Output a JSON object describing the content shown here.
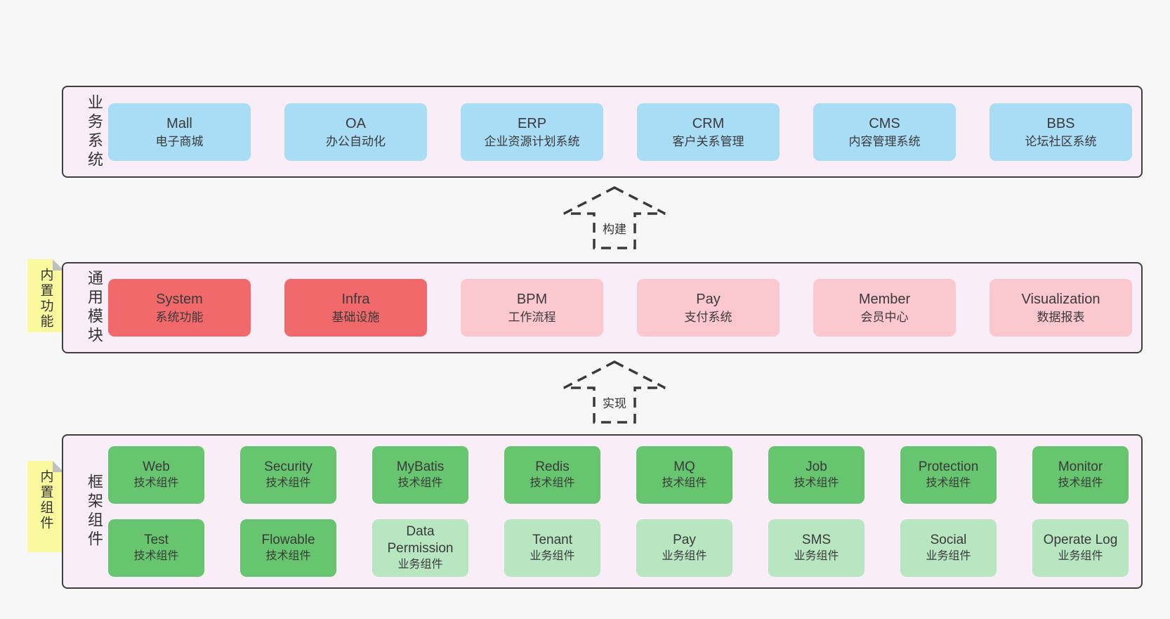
{
  "page": {
    "background": "#f7f7f7"
  },
  "colors": {
    "panel_bg": "#f9eef7",
    "panel_border": "#3f3f3f",
    "box_blue": "#a9dcf5",
    "box_red": "#f1696a",
    "box_pink": "#fcc8d0",
    "box_green": "#66c56e",
    "box_green_light": "#b8e6c1",
    "note_yellow": "#fbf99e",
    "note_fold_gray": "#c0c0c0",
    "text": "#3a3a3a"
  },
  "arrows": {
    "build": "构建",
    "implement": "实现"
  },
  "notes": {
    "builtin_features": "内置功能",
    "builtin_components": "内置组件"
  },
  "panels": {
    "business": {
      "label": "业务系统",
      "items": [
        {
          "en": "Mall",
          "zh": "电子商城",
          "variant": "blue"
        },
        {
          "en": "OA",
          "zh": "办公自动化",
          "variant": "blue"
        },
        {
          "en": "ERP",
          "zh": "企业资源计划系统",
          "variant": "blue"
        },
        {
          "en": "CRM",
          "zh": "客户关系管理",
          "variant": "blue"
        },
        {
          "en": "CMS",
          "zh": "内容管理系统",
          "variant": "blue"
        },
        {
          "en": "BBS",
          "zh": "论坛社区系统",
          "variant": "blue"
        }
      ]
    },
    "modules": {
      "label": "通用模块",
      "items": [
        {
          "en": "System",
          "zh": "系统功能",
          "variant": "red"
        },
        {
          "en": "Infra",
          "zh": "基础设施",
          "variant": "red"
        },
        {
          "en": "BPM",
          "zh": "工作流程",
          "variant": "pink"
        },
        {
          "en": "Pay",
          "zh": "支付系统",
          "variant": "pink"
        },
        {
          "en": "Member",
          "zh": "会员中心",
          "variant": "pink"
        },
        {
          "en": "Visualization",
          "zh": "数据报表",
          "variant": "pink"
        }
      ]
    },
    "components": {
      "label": "框架组件",
      "rows": [
        [
          {
            "en": "Web",
            "zh": "技术组件",
            "variant": "green"
          },
          {
            "en": "Security",
            "zh": "技术组件",
            "variant": "green"
          },
          {
            "en": "MyBatis",
            "zh": "技术组件",
            "variant": "green"
          },
          {
            "en": "Redis",
            "zh": "技术组件",
            "variant": "green"
          },
          {
            "en": "MQ",
            "zh": "技术组件",
            "variant": "green"
          },
          {
            "en": "Job",
            "zh": "技术组件",
            "variant": "green"
          },
          {
            "en": "Protection",
            "zh": "技术组件",
            "variant": "green"
          },
          {
            "en": "Monitor",
            "zh": "技术组件",
            "variant": "green"
          }
        ],
        [
          {
            "en": "Test",
            "zh": "技术组件",
            "variant": "green"
          },
          {
            "en": "Flowable",
            "zh": "技术组件",
            "variant": "green"
          },
          {
            "en": "Data Permission",
            "zh": "业务组件",
            "variant": "lightgreen"
          },
          {
            "en": "Tenant",
            "zh": "业务组件",
            "variant": "lightgreen"
          },
          {
            "en": "Pay",
            "zh": "业务组件",
            "variant": "lightgreen"
          },
          {
            "en": "SMS",
            "zh": "业务组件",
            "variant": "lightgreen"
          },
          {
            "en": "Social",
            "zh": "业务组件",
            "variant": "lightgreen"
          },
          {
            "en": "Operate Log",
            "zh": "业务组件",
            "variant": "lightgreen"
          }
        ]
      ]
    }
  }
}
